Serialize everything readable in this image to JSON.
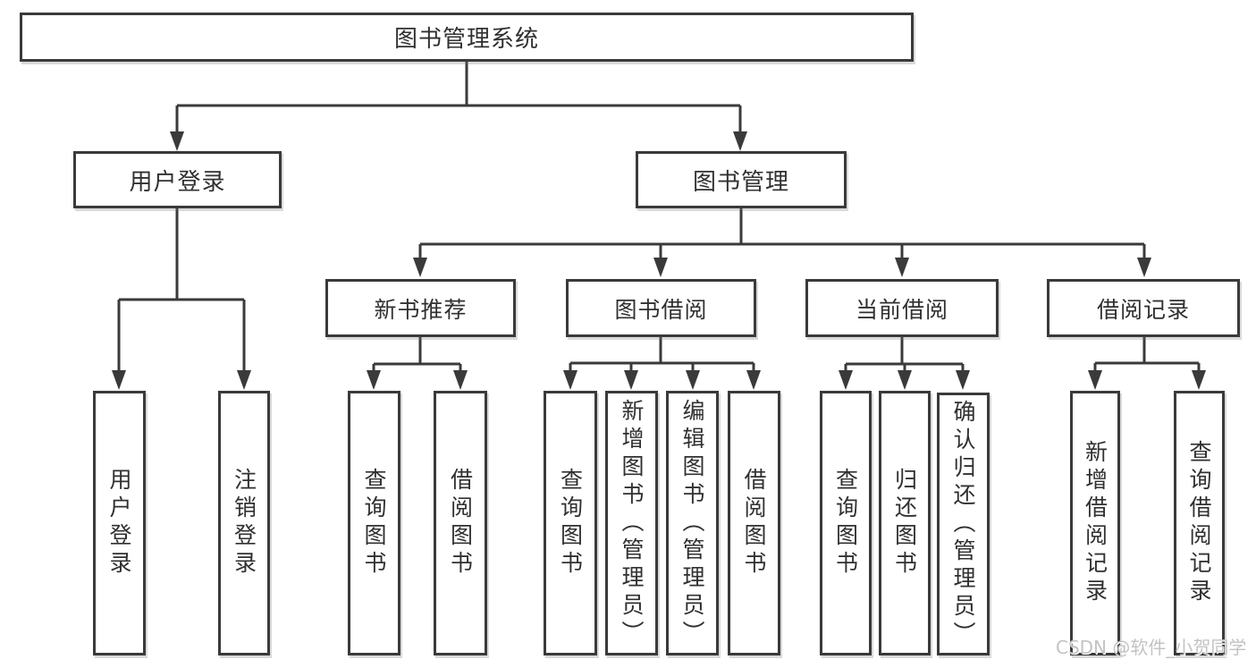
{
  "tree": {
    "root": "图书管理系统",
    "l2": [
      "用户登录",
      "图书管理"
    ],
    "l3": [
      "新书推荐",
      "图书借阅",
      "当前借阅",
      "借阅记录"
    ],
    "leafGroups": [
      [
        "用户登录",
        "注销登录"
      ],
      [
        "查询图书",
        "借阅图书"
      ],
      [
        "查询图书",
        "新增图书（管理员）",
        "编辑图书（管理员）",
        "借阅图书"
      ],
      [
        "查询图书",
        "归还图书",
        "确认归还（管理员）"
      ],
      [
        "新增借阅记录",
        "查询借阅记录"
      ]
    ]
  },
  "watermark": "CSDN @软件_小贺同学",
  "colors": {
    "line": "#3a3a3a",
    "text": "#303030",
    "watermark": "#c3c3c3"
  }
}
